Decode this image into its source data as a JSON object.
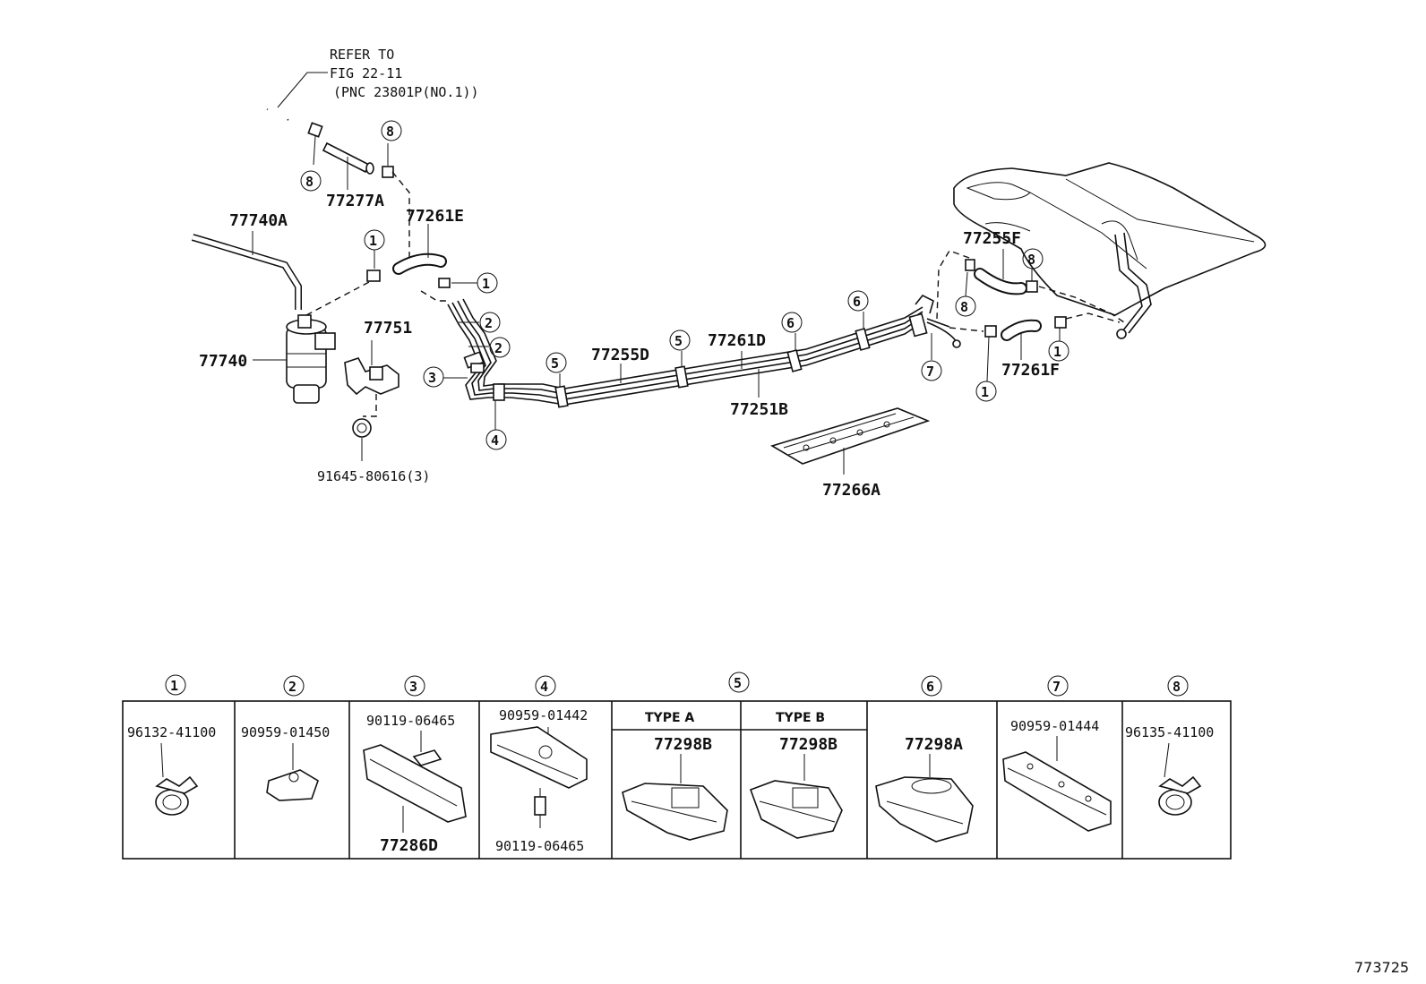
{
  "note": {
    "line1": "REFER TO",
    "line2": "FIG 22-11",
    "line3": "(PNC 23801P(NO.1))"
  },
  "callouts": {
    "p77740A": "77740A",
    "p77740": "77740",
    "p77277A": "77277A",
    "p77261E": "77261E",
    "p77751": "77751",
    "p91645": "91645-80616(3)",
    "p77255D": "77255D",
    "p77261D": "77261D",
    "p77251B": "77251B",
    "p77266A": "77266A",
    "p77255F": "77255F",
    "p77261F": "77261F"
  },
  "ref_marks": {
    "r1": "1",
    "r2": "2",
    "r3": "3",
    "r4": "4",
    "r5": "5",
    "r6": "6",
    "r7": "7",
    "r8": "8"
  },
  "table": {
    "headers": [
      "1",
      "2",
      "3",
      "4",
      "5",
      "6",
      "7",
      "8"
    ],
    "cells": {
      "c1": {
        "part": "96132-41100"
      },
      "c2": {
        "part": "90959-01450"
      },
      "c3": {
        "part_top": "90119-06465",
        "part_bottom": "77286D"
      },
      "c4": {
        "part_top": "90959-01442",
        "part_bottom": "90119-06465"
      },
      "c5a": {
        "type": "TYPE A",
        "part": "77298B"
      },
      "c5b": {
        "type": "TYPE B",
        "part": "77298B"
      },
      "c6": {
        "part": "77298A"
      },
      "c7": {
        "part": "90959-01444"
      },
      "c8": {
        "part": "96135-41100"
      }
    }
  },
  "figure_number": "773725"
}
